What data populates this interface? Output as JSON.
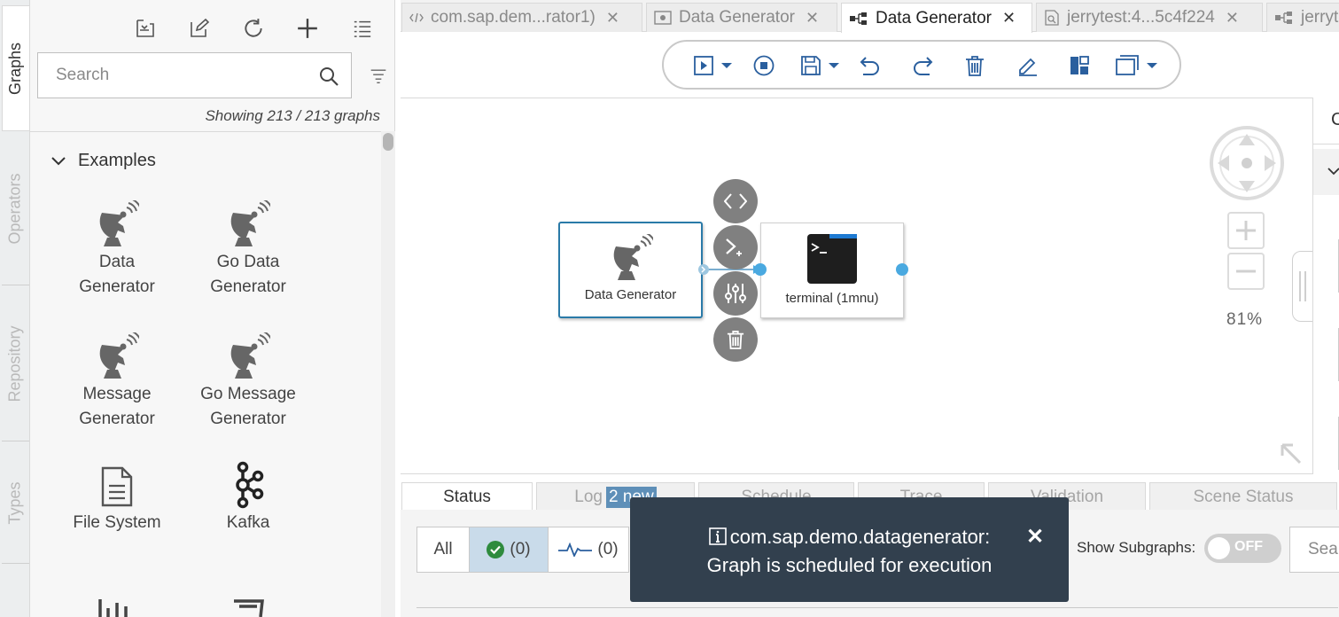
{
  "vertical_tabs": [
    "Graphs",
    "Operators",
    "Repository",
    "Types"
  ],
  "left_panel": {
    "search_placeholder": "Search",
    "showing_text": "Showing 213 / 213 graphs",
    "section_title": "Examples",
    "items": [
      {
        "line1": "Data",
        "line2": "Generator",
        "icon": "satellite-dish-icon"
      },
      {
        "line1": "Go Data",
        "line2": "Generator",
        "icon": "satellite-dish-icon"
      },
      {
        "line1": "Message",
        "line2": "Generator",
        "icon": "satellite-dish-icon"
      },
      {
        "line1": "Go Message",
        "line2": "Generator",
        "icon": "satellite-dish-icon"
      },
      {
        "line1": "File System",
        "line2": "",
        "icon": "document-icon"
      },
      {
        "line1": "Kafka",
        "line2": "",
        "icon": "kafka-icon"
      }
    ]
  },
  "editor_tabs": [
    {
      "label": "com.sap.dem...rator1)",
      "icon": "code-icon",
      "active": false
    },
    {
      "label": "Data Generator",
      "icon": "monitor-icon",
      "active": false
    },
    {
      "label": "Data Generator",
      "icon": "graph-icon",
      "active": true
    },
    {
      "label": "jerrytest:4...5c4f224",
      "icon": "search-doc-icon",
      "active": false
    },
    {
      "label": "jerryt",
      "icon": "graph-icon",
      "active": false
    }
  ],
  "canvas": {
    "node_source_label": "Data Generator",
    "node_target_label": "terminal (1mnu)",
    "zoom_level": "81%"
  },
  "bottom_tabs": {
    "status": "Status",
    "log": "Log",
    "log_badge": "2 new",
    "schedule": "Schedule",
    "trace": "Trace",
    "validation": "Validation",
    "scene_status": "Scene Status"
  },
  "status_filter": {
    "all": "All",
    "success_count": "(0)",
    "running_count": "(0)"
  },
  "show_subgraphs_label": "Show Subgraphs:",
  "toggle_state": "OFF",
  "status_search_placeholder": "Sea",
  "toast": {
    "line1": "com.sap.demo.datagenerator:",
    "line2": "Graph is scheduled for execution"
  },
  "colors": {
    "accent": "#2a7aa8",
    "port": "#4aa9e0",
    "toast_bg": "#32404e",
    "badge": "#5e8fb8",
    "success": "#2e8b3e"
  }
}
